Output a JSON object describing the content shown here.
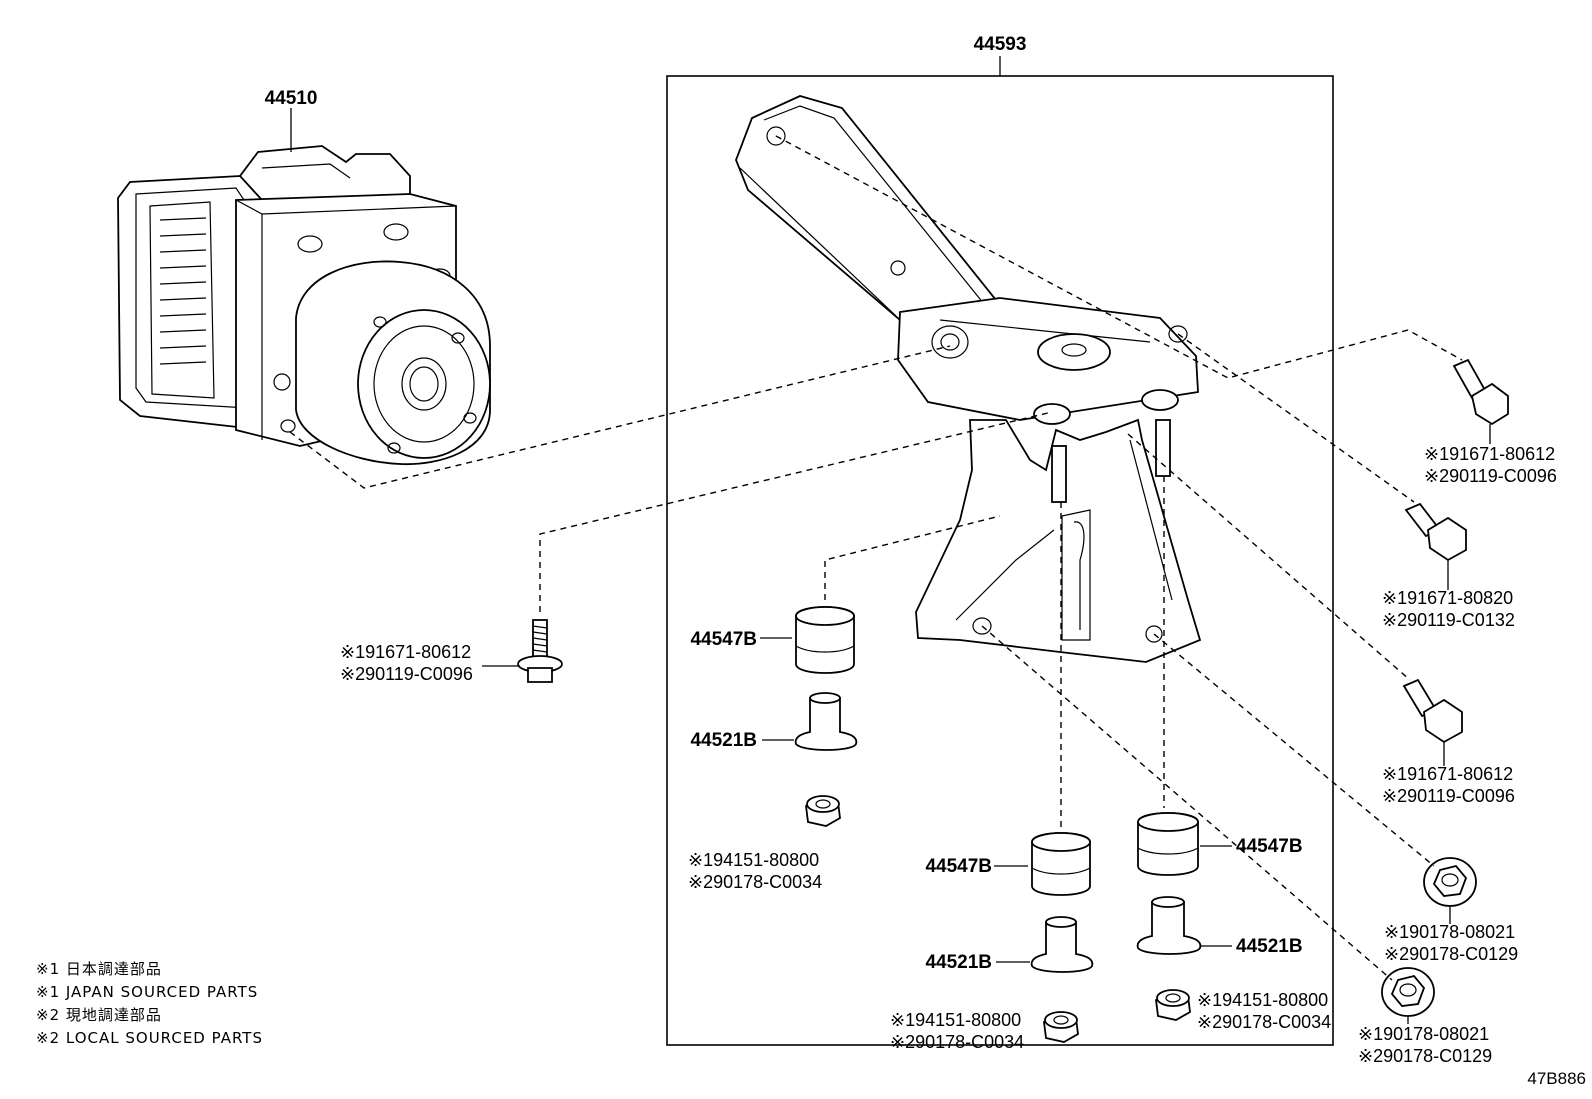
{
  "parts": {
    "actuator": "44510",
    "bracket": "44593",
    "cushion_left": "44547B",
    "cushion_mid": "44547B",
    "cushion_right": "44547B",
    "collar_left": "44521B",
    "collar_mid": "44521B",
    "collar_right": "44521B"
  },
  "fasteners": {
    "bolt_left": [
      "※191671-80612",
      "※290119-C0096"
    ],
    "bolt_r1": [
      "※191671-80612",
      "※290119-C0096"
    ],
    "bolt_r2": [
      "※191671-80820",
      "※290119-C0132"
    ],
    "bolt_r3": [
      "※191671-80612",
      "※290119-C0096"
    ],
    "nut_r1": [
      "※190178-08021",
      "※290178-C0129"
    ],
    "nut_r2": [
      "※190178-08021",
      "※290178-C0129"
    ],
    "nut_left": [
      "※194151-80800",
      "※290178-C0034"
    ],
    "nut_mid": [
      "※194151-80800",
      "※290178-C0034"
    ],
    "nut_right": [
      "※194151-80800",
      "※290178-C0034"
    ]
  },
  "notes": [
    "※1 日本調達部品",
    "※1 JAPAN SOURCED PARTS",
    "※2 現地調達部品",
    "※2 LOCAL SOURCED PARTS"
  ],
  "figure_code": "47B886"
}
